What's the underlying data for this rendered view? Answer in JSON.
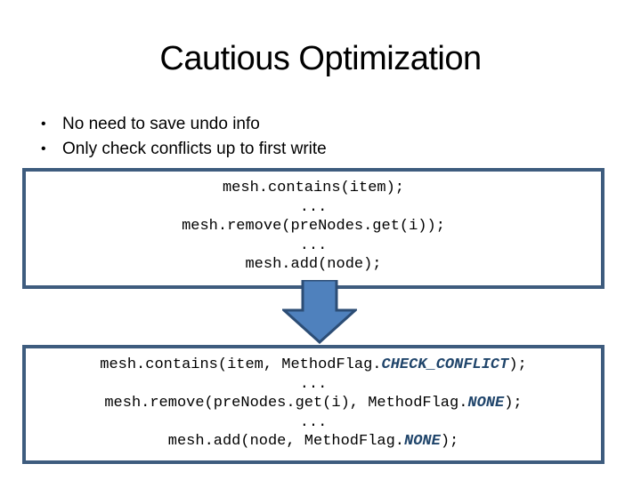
{
  "slide": {
    "title": "Cautious Optimization",
    "bullets": [
      "No need to save undo info",
      "Only check conflicts up to first write"
    ],
    "bullet_glyph": "•"
  },
  "colors": {
    "box_border": "#3E5C7E",
    "arrow_fill": "#4F81BD",
    "arrow_stroke": "#2C4D75",
    "flag_text": "#20456B",
    "code_text": "#000000",
    "background": "#FFFFFF"
  },
  "code_box_before": {
    "lines": [
      [
        {
          "t": "mesh.contains(item);"
        }
      ],
      [
        {
          "t": "..."
        }
      ],
      [
        {
          "t": "mesh.remove(preNodes.get(i));"
        }
      ],
      [
        {
          "t": "..."
        }
      ],
      [
        {
          "t": "mesh.add(node);"
        }
      ]
    ]
  },
  "code_box_after": {
    "lines": [
      [
        {
          "t": "mesh.contains(item, MethodFlag."
        },
        {
          "t": "CHECK_CONFLICT",
          "flag": true
        },
        {
          "t": ");"
        }
      ],
      [
        {
          "t": "..."
        }
      ],
      [
        {
          "t": "mesh.remove(preNodes.get(i), MethodFlag."
        },
        {
          "t": "NONE",
          "flag": true
        },
        {
          "t": ");"
        }
      ],
      [
        {
          "t": "..."
        }
      ],
      [
        {
          "t": "mesh.add(node, MethodFlag."
        },
        {
          "t": "NONE",
          "flag": true
        },
        {
          "t": ");"
        }
      ]
    ]
  }
}
